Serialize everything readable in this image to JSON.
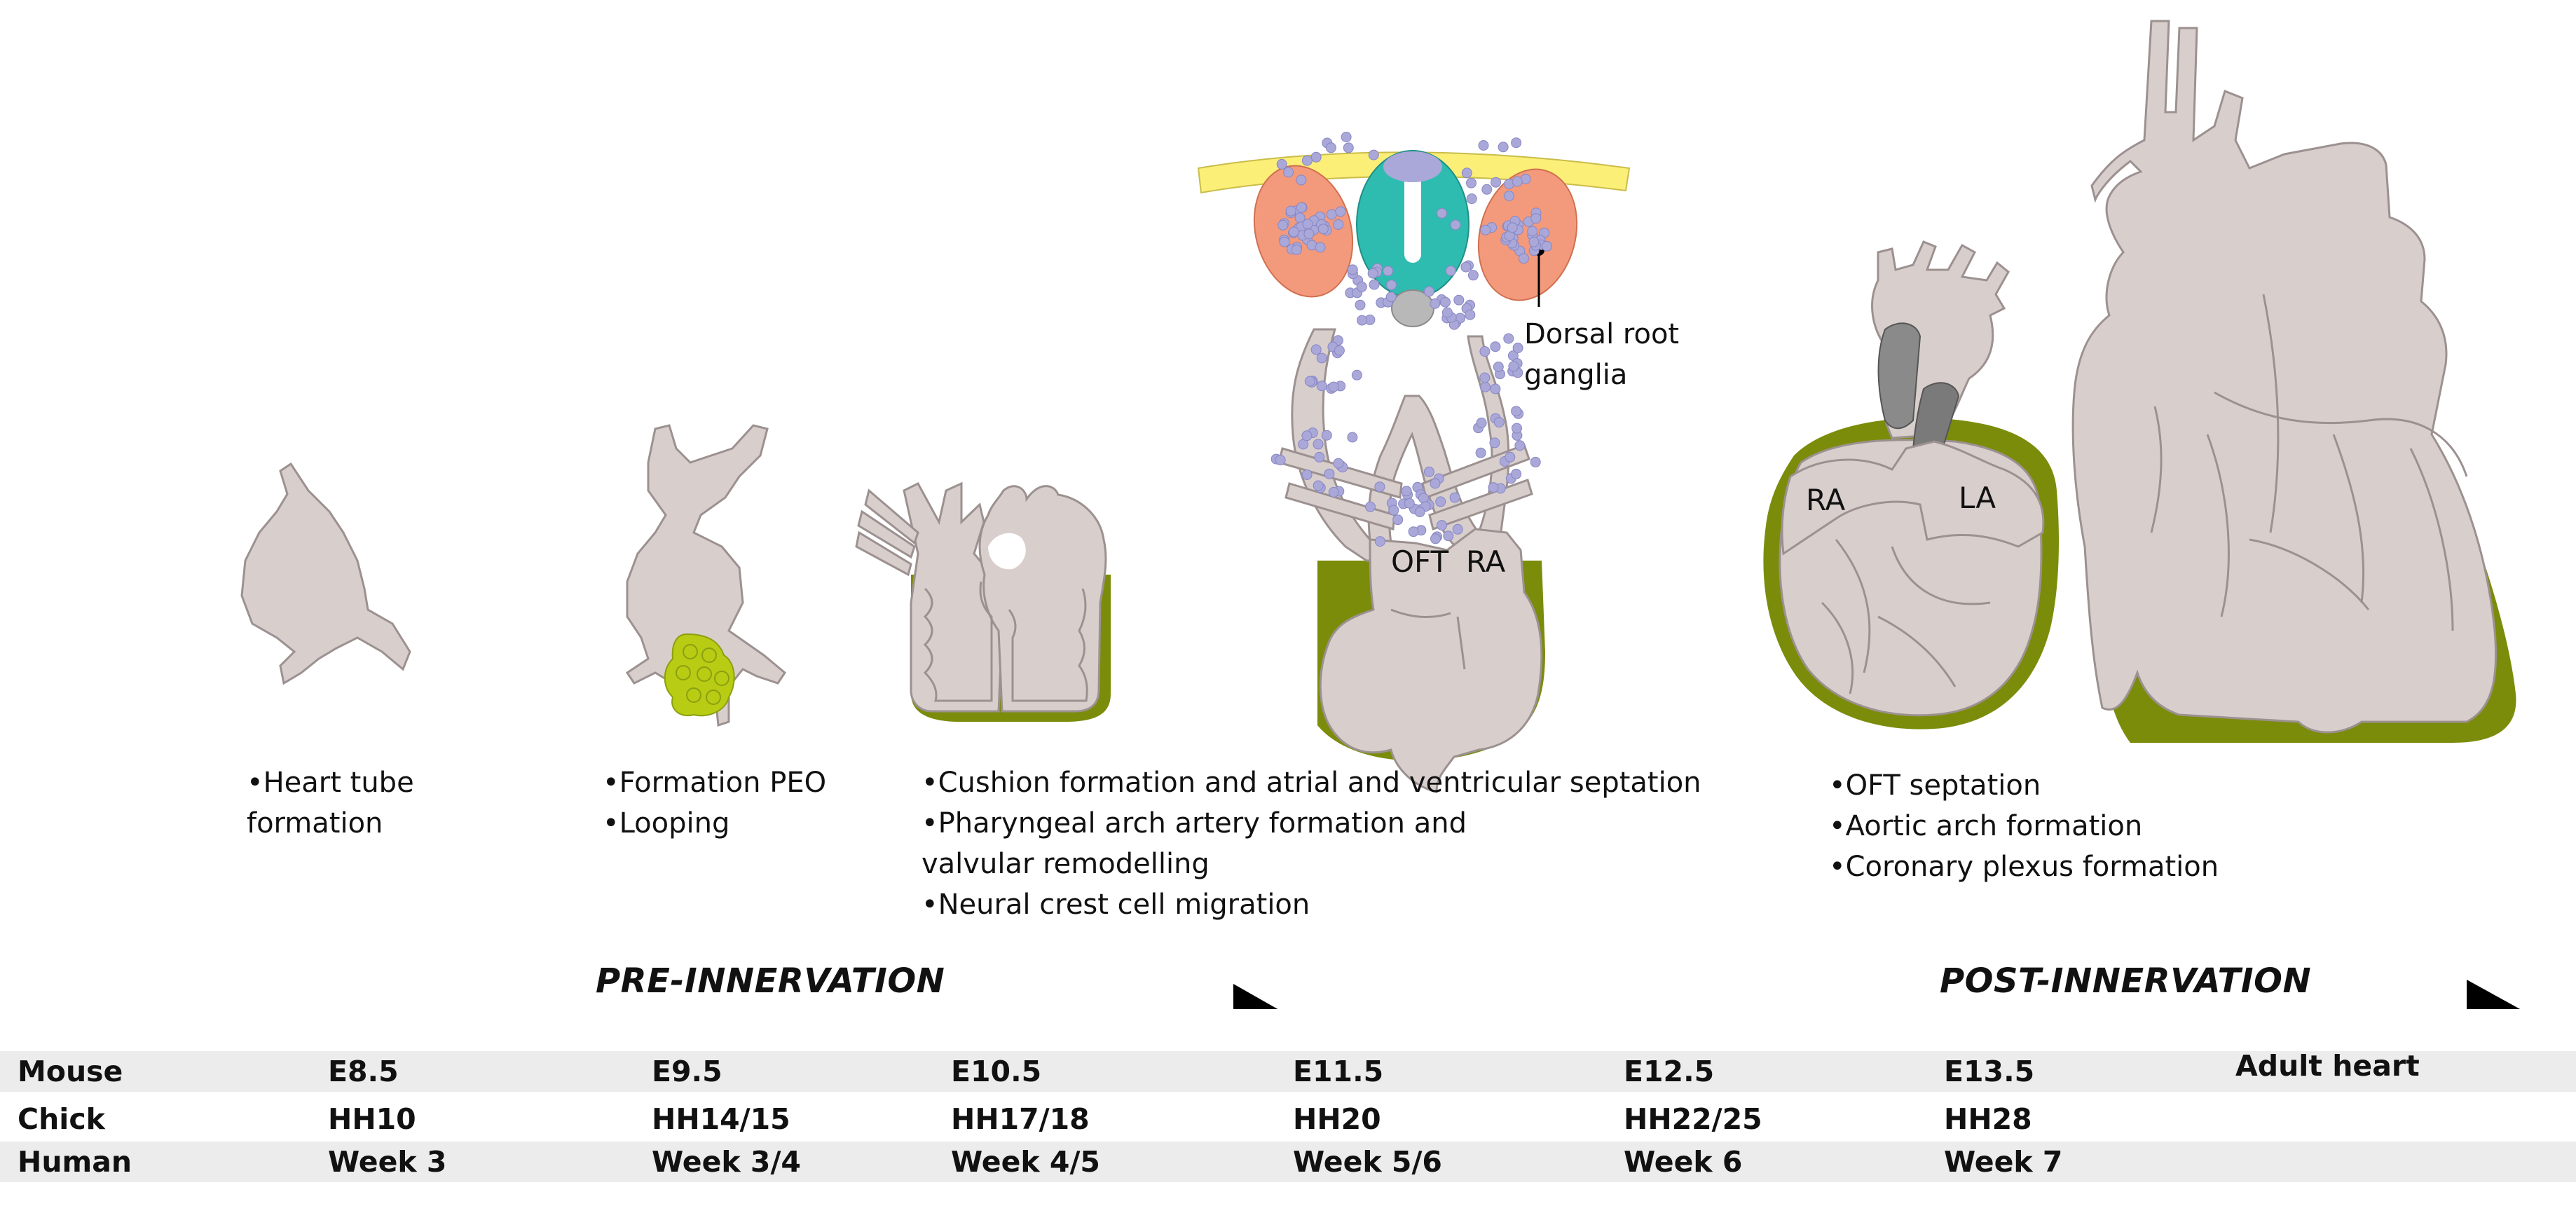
{
  "captions": {
    "heart_tube": {
      "line1": "•Heart tube",
      "line2": "formation"
    },
    "peo": {
      "line1": "•Formation PEO",
      "line2": "•Looping"
    },
    "cushion": {
      "line1": "•Cushion formation and atrial and ventricular septation",
      "line2": "•Pharyngeal arch artery formation and",
      "line3": "valvular remodelling",
      "line4": "•Neural crest cell migration"
    },
    "oft": {
      "line1": "•OFT septation",
      "line2": "•Aortic arch formation",
      "line3": "•Coronary plexus formation"
    }
  },
  "labels": {
    "drg_line1": "Dorsal root",
    "drg_line2": "ganglia",
    "oft": "OFT",
    "ra_embryo": "RA",
    "ra_fetal": "RA",
    "la_fetal": "LA"
  },
  "phases": {
    "pre": "PRE-INNERVATION",
    "post": "POST-INNERVATION"
  },
  "stages": {
    "mouse": {
      "label": "Mouse",
      "values": [
        "E8.5",
        "E9.5",
        "E10.5",
        "E11.5",
        "E12.5",
        "E13.5",
        "Adult heart"
      ]
    },
    "chick": {
      "label": "Chick",
      "values": [
        "HH10",
        "HH14/15",
        "HH17/18",
        "HH20",
        "HH22/25",
        "HH28"
      ]
    },
    "human": {
      "label": "Human",
      "values": [
        "Week 3",
        "Week 3/4",
        "Week 4/5",
        "Week 5/6",
        "Week 6",
        "Week 7"
      ]
    }
  },
  "colors": {
    "tissue": "#d8cfcd",
    "tissue_outline": "#9c9190",
    "epicardium": "#7b8c0a",
    "peo": "#b8cc14",
    "neural_crest": "#a9a8d8",
    "neural_tube": "#2fbcb0",
    "ganglia": "#f39a7c",
    "ectoderm": "#fbef78",
    "notochord": "#b8b8b8",
    "arrow": "#000000",
    "row_shade": "#ececec"
  }
}
